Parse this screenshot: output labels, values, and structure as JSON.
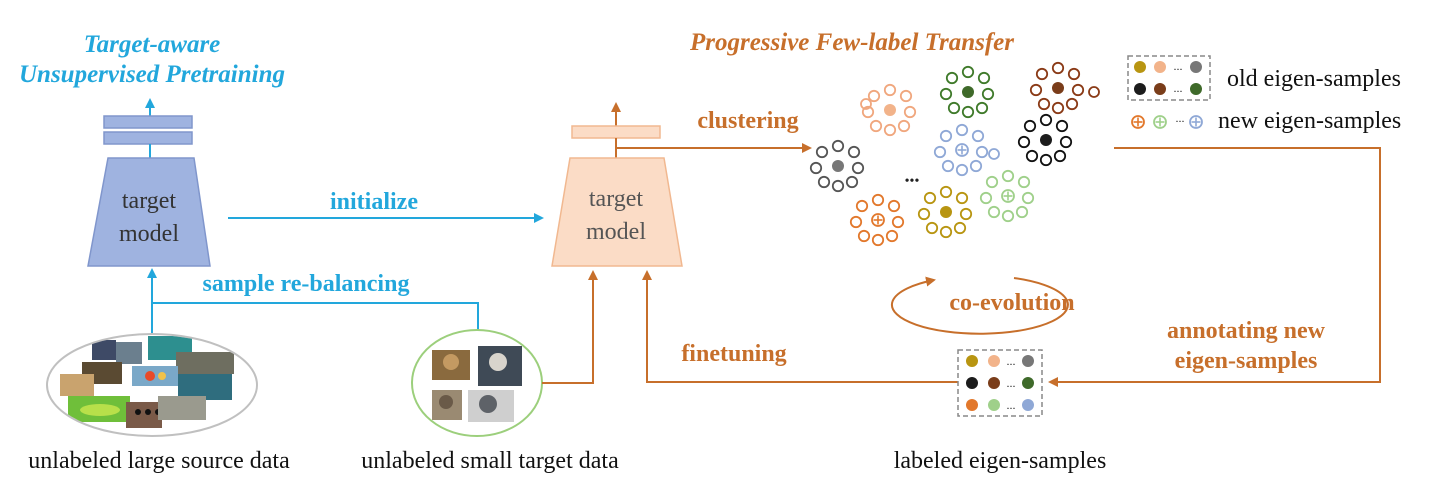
{
  "colors": {
    "blue": "#22a7dc",
    "blue_model": "#9fb3e0",
    "blue_model_stroke": "#8096cc",
    "orange": "#c76f2b",
    "orange_model": "#fbdcc6",
    "orange_model_stroke": "#f1b890",
    "green_ellipse": "#9ccf7c",
    "gray_ellipse": "#c0c0c0"
  },
  "left_section": {
    "title_line1": "Target-aware",
    "title_line2": "Unsupervised Pretraining",
    "model_line1": "target",
    "model_line2": "model",
    "initialize_label": "initialize",
    "rebalancing_label": "sample re-balancing",
    "source_caption": "unlabeled large source data",
    "target_caption": "unlabeled small target data"
  },
  "right_section": {
    "title": "Progressive Few-label Transfer",
    "model_line1": "target",
    "model_line2": "model",
    "clustering_label": "clustering",
    "finetuning_label": "finetuning",
    "coevolution_label": "co-evolution",
    "annotating_line1": "annotating new",
    "annotating_line2": "eigen-samples",
    "labeled_caption": "labeled eigen-samples",
    "ellipsis": "...",
    "cluster_dots": "•••"
  },
  "legend": {
    "old_label": "old eigen-samples",
    "new_label": "new eigen-samples",
    "ellipsis": "...",
    "old_colors": [
      "#b89511",
      "#f2b38a",
      "#777777",
      "#1c1c1c",
      "#7a3d1a",
      "#3f6a2a"
    ],
    "new_colors": [
      "#e2782c",
      "#9fd08a",
      "#8fa8d6"
    ]
  },
  "labeled_box": {
    "ellipsis": "...",
    "rows": [
      [
        "#b89511",
        "#f2b38a",
        "#777777"
      ],
      [
        "#1c1c1c",
        "#7a3d1a",
        "#3f6a2a"
      ],
      [
        "#e2782c",
        "#9fd08a",
        "#8fa8d6"
      ]
    ]
  },
  "clusters": [
    {
      "name": "cluster-gray",
      "color": "#555555",
      "center_fill": "#777777",
      "center_type": "filled"
    },
    {
      "name": "cluster-peach",
      "color": "#f0a77e",
      "center_fill": "#f2b38a",
      "center_type": "filled"
    },
    {
      "name": "cluster-darkgreen",
      "color": "#3f7a2a",
      "center_fill": "#3f6a2a",
      "center_type": "filled"
    },
    {
      "name": "cluster-brown",
      "color": "#8a3a16",
      "center_fill": "#7a3d1a",
      "center_type": "filled"
    },
    {
      "name": "cluster-black",
      "color": "#111111",
      "center_fill": "#1c1c1c",
      "center_type": "filled"
    },
    {
      "name": "cluster-lightblue",
      "color": "#8fa8d6",
      "center_fill": "#8fa8d6",
      "center_type": "plus"
    },
    {
      "name": "cluster-orange",
      "color": "#e2782c",
      "center_fill": "#e2782c",
      "center_type": "plus"
    },
    {
      "name": "cluster-olive",
      "color": "#b89511",
      "center_fill": "#b89511",
      "center_type": "filled"
    },
    {
      "name": "cluster-lightgreen",
      "color": "#9fd08a",
      "center_fill": "#9fd08a",
      "center_type": "plus"
    }
  ]
}
